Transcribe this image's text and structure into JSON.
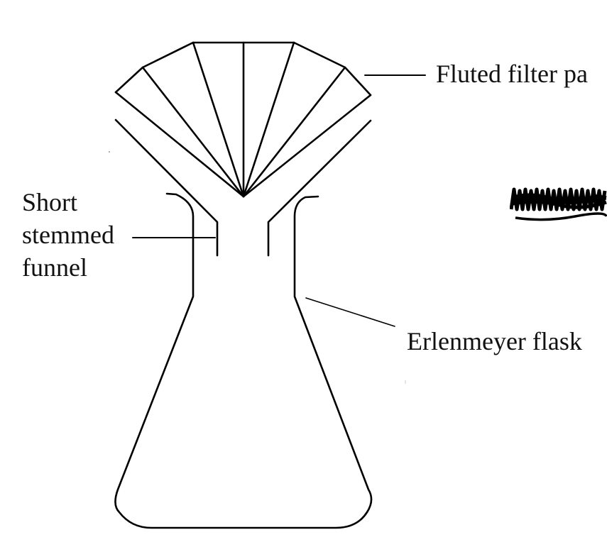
{
  "labels": {
    "fluted_filter_paper": "Fluted filter pa",
    "short_stemmed_funnel_line1": "Short",
    "short_stemmed_funnel_line2": "stemmed",
    "short_stemmed_funnel_line3": "funnel",
    "erlenmeyer_flask": "Erlenmeyer flask"
  },
  "colors": {
    "ink": "#000000",
    "background": "#ffffff"
  }
}
